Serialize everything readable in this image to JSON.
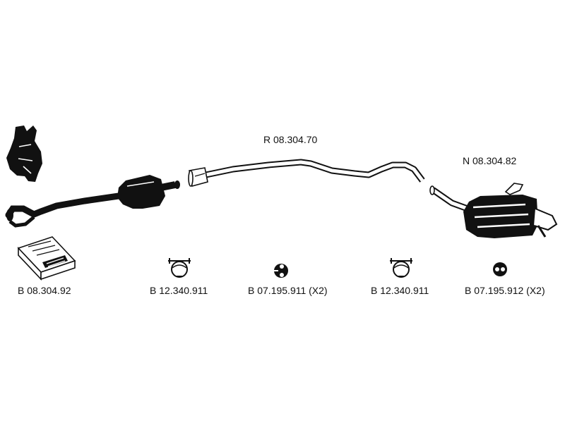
{
  "parts": {
    "rear_pipe": "R 08.304.70",
    "rear_silencer": "N 08.304.82",
    "mounting_kit": "B 08.304.92",
    "clamp_1": "B 12.340.911",
    "rubber_mount_1": "B 07.195.911 (X2)",
    "clamp_2": "B 12.340.911",
    "rubber_mount_2": "B 07.195.912 (X2)"
  },
  "colors": {
    "ink": "#111111",
    "background": "#ffffff"
  }
}
